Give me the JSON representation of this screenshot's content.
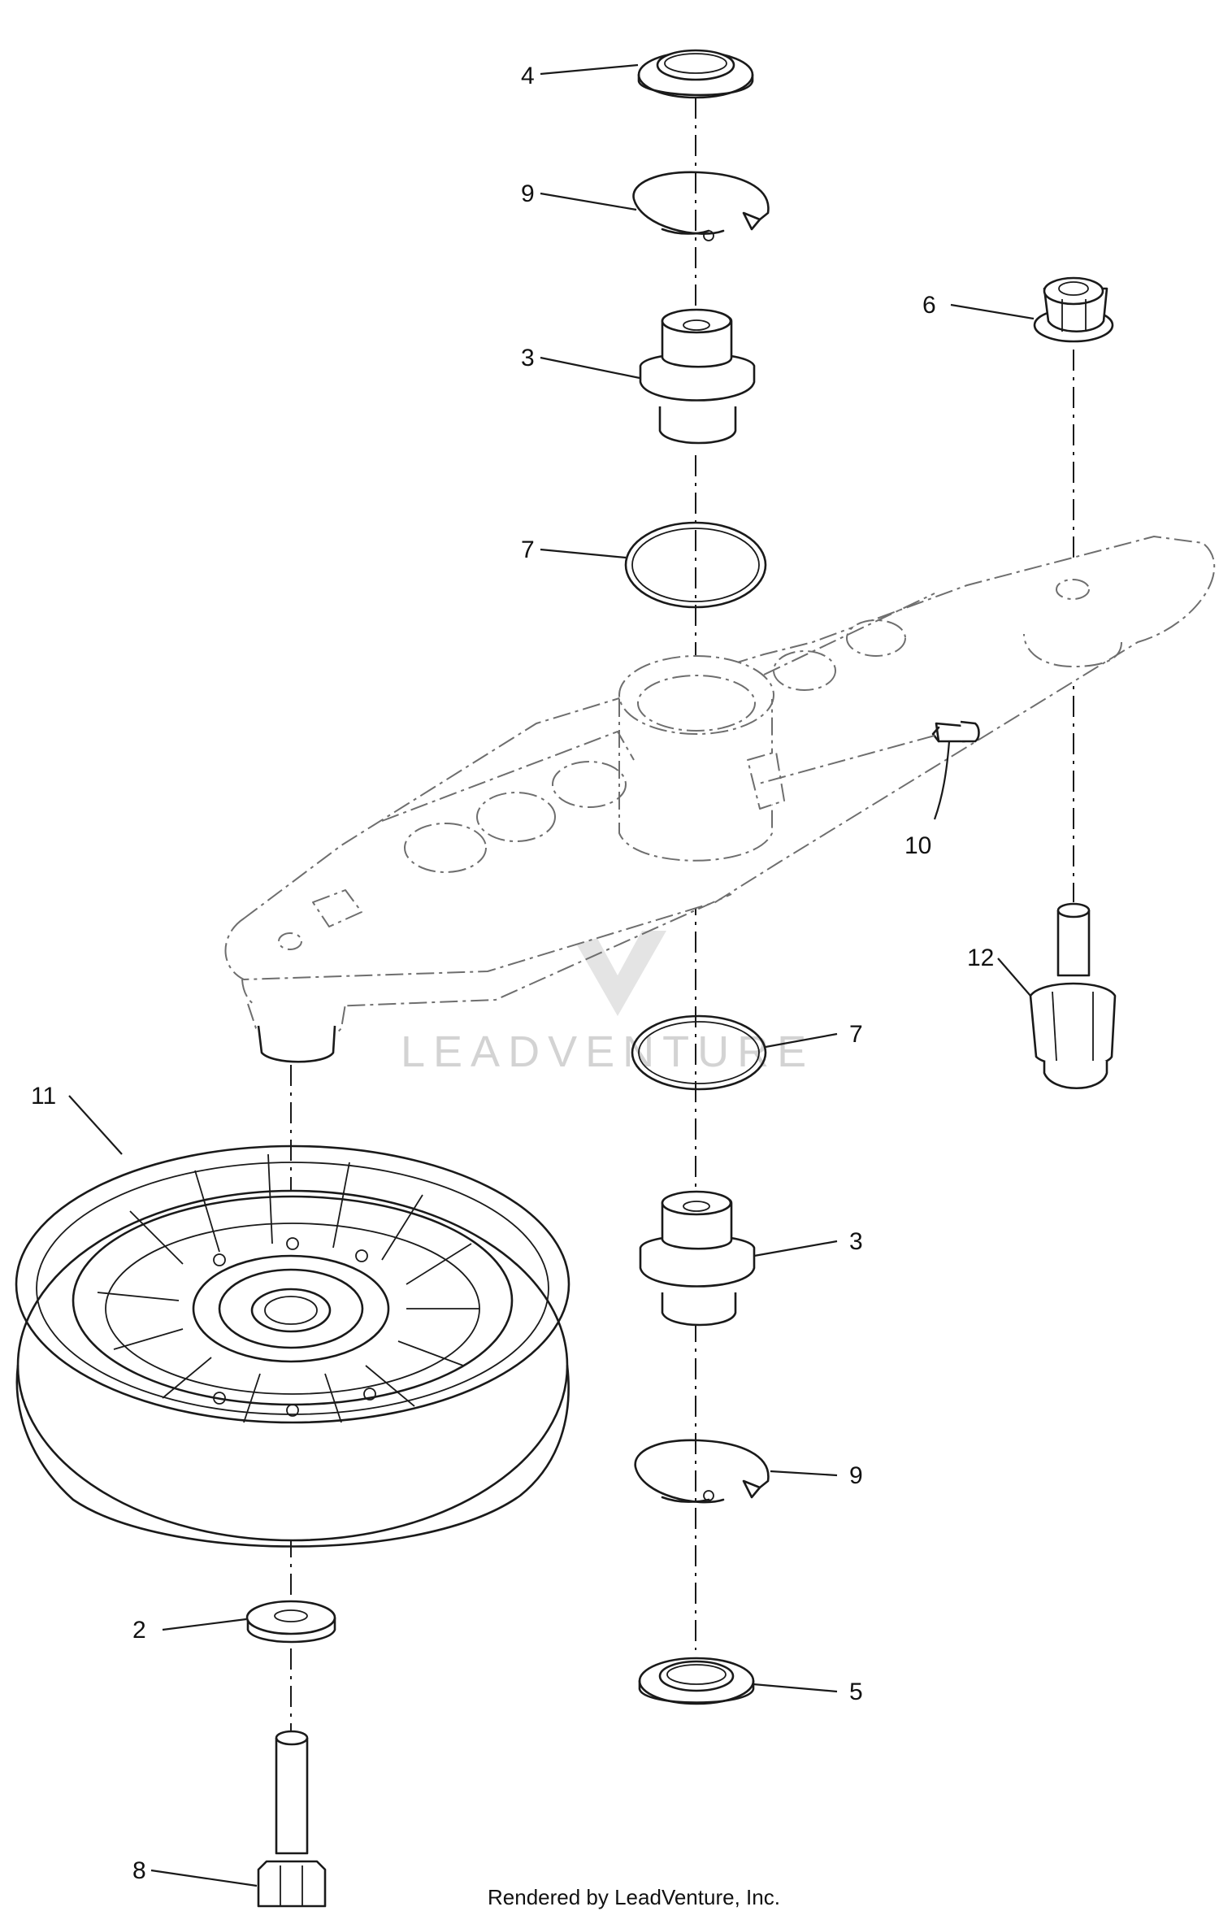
{
  "diagram": {
    "callouts": {
      "c4": "4",
      "c9_top": "9",
      "c3_top": "3",
      "c6": "6",
      "c7_top": "7",
      "c10": "10",
      "c12": "12",
      "c7_mid": "7",
      "c11": "11",
      "c3_bot": "3",
      "c9_bot": "9",
      "c2": "2",
      "c5": "5",
      "c8": "8"
    },
    "watermark": "LEADVENTURE",
    "footer": "Rendered by LeadVenture, Inc."
  },
  "colors": {
    "line": "#1a1a1a",
    "ghost": "#6e6e6e",
    "watermark": "#cfcfcf"
  }
}
